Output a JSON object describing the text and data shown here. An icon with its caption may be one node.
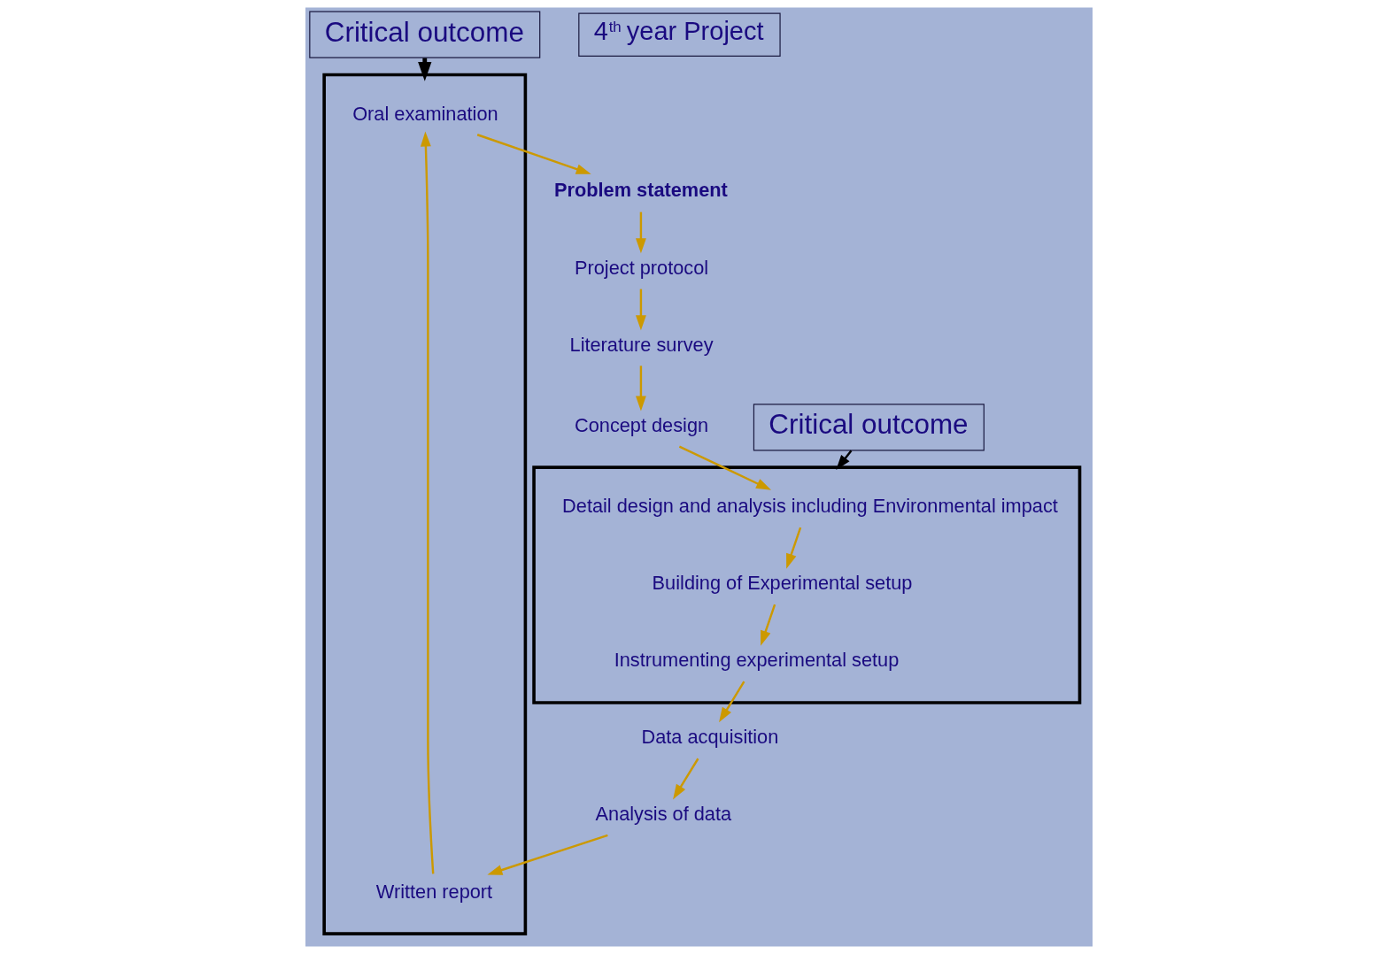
{
  "diagram": {
    "nodes": [
      {
        "text": [
          "Critical outcome"
        ]
      },
      {
        "text": [],
        "shape": "box"
      },
      {
        "text": [
          "Oral examination"
        ],
        "in": 1
      },
      {
        "text": [
          "Written report"
        ],
        "in": 1
      },
      {
        "text": [
          "Problem statement"
        ]
      },
      {
        "text": [
          "Project protocol"
        ]
      },
      {
        "text": [
          "Literature survey"
        ]
      },
      {
        "text": [
          "Concept design"
        ]
      },
      {
        "text": [
          "4$^{th}$ year Project"
        ]
      },
      {
        "text": [
          "Critical outcome"
        ]
      },
      {
        "text": [],
        "shape": "box"
      },
      {
        "text": [
          "Detail design and analysis including Environmental impact"
        ],
        "in": 10
      },
      {
        "text": [
          "Building of Experimental setup"
        ],
        "in": 10
      },
      {
        "text": [
          "Instrumenting experimental setup"
        ],
        "in": 10
      },
      {
        "text": [
          "Data acquisition"
        ]
      },
      {
        "text": [
          "Analysis of data"
        ]
      }
    ],
    "edges": [
      {
        "from": 0,
        "to": 1,
        "arrow": "to",
        "style": "thick",
        "color": "#000000"
      },
      {
        "from": 3,
        "to": 2,
        "arrow": "to"
      },
      {
        "from": 2,
        "to": 4,
        "arrow": "to"
      },
      {
        "from": 4,
        "to": 5,
        "arrow": "to"
      },
      {
        "from": 5,
        "to": 6,
        "arrow": "to"
      },
      {
        "from": 6,
        "to": 7,
        "arrow": "to"
      },
      {
        "from": 7,
        "to": 11,
        "arrow": "to"
      },
      {
        "from": 11,
        "to": 12,
        "arrow": "to"
      },
      {
        "from": 12,
        "to": 13,
        "arrow": "to"
      },
      {
        "from": 13,
        "to": 14,
        "arrow": "to"
      },
      {
        "from": 14,
        "to": 15,
        "arrow": "to"
      },
      {
        "from": 15,
        "to": 3,
        "arrow": "to"
      },
      {
        "from": 9,
        "to": 10,
        "arrow": "to",
        "color": "#000000"
      }
    ]
  }
}
